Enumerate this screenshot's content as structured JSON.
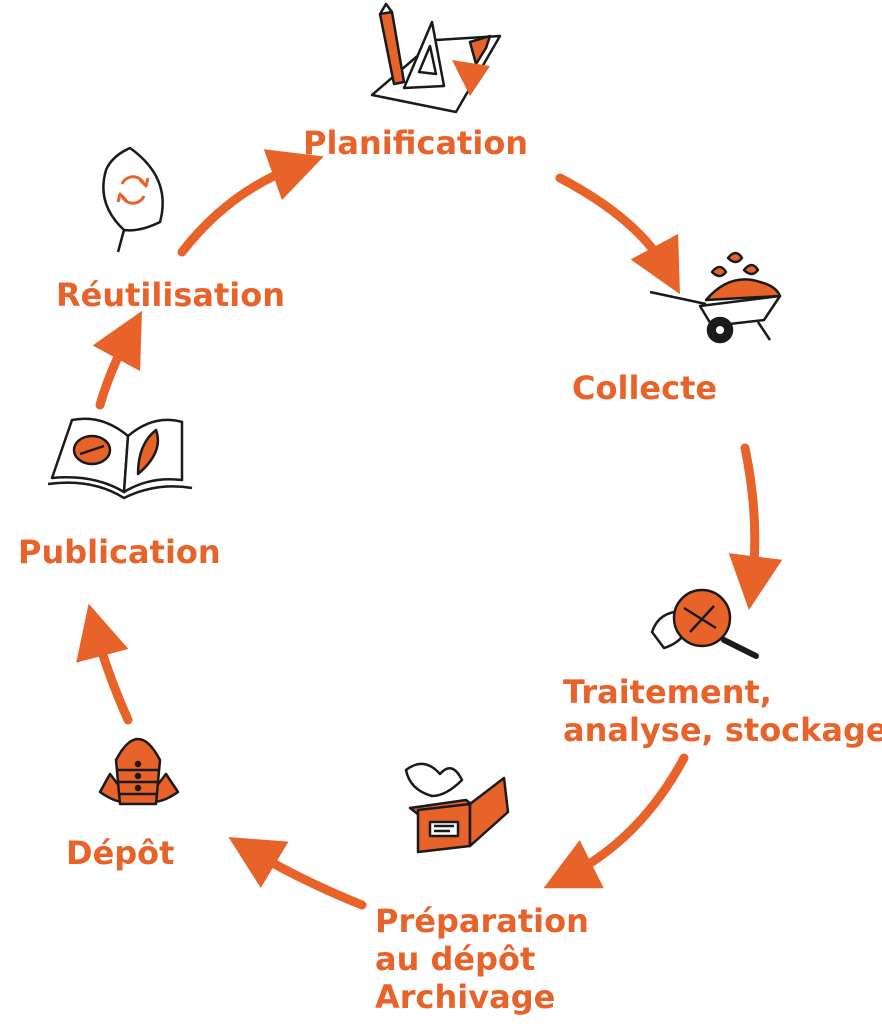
{
  "diagram": {
    "accent_color": "#e8632a",
    "ink_color": "#1a1a1a",
    "stages": [
      {
        "id": "planification",
        "lines": [
          "Planification"
        ],
        "icon": "drafting-tools-icon"
      },
      {
        "id": "collecte",
        "lines": [
          "Collecte"
        ],
        "icon": "wheelbarrow-leaves-icon"
      },
      {
        "id": "traitement",
        "lines": [
          "Traitement,",
          "analyse, stockage"
        ],
        "icon": "leaf-magnifier-icon"
      },
      {
        "id": "preparation",
        "lines": [
          "Préparation",
          "au dépôt",
          "Archivage"
        ],
        "icon": "archive-box-icon"
      },
      {
        "id": "depot",
        "lines": [
          "Dépôt"
        ],
        "icon": "seed-pod-cabinet-icon"
      },
      {
        "id": "publication",
        "lines": [
          "Publication"
        ],
        "icon": "open-book-leaves-icon"
      },
      {
        "id": "reutilisation",
        "lines": [
          "Réutilisation"
        ],
        "icon": "leaf-recycle-icon"
      }
    ]
  }
}
